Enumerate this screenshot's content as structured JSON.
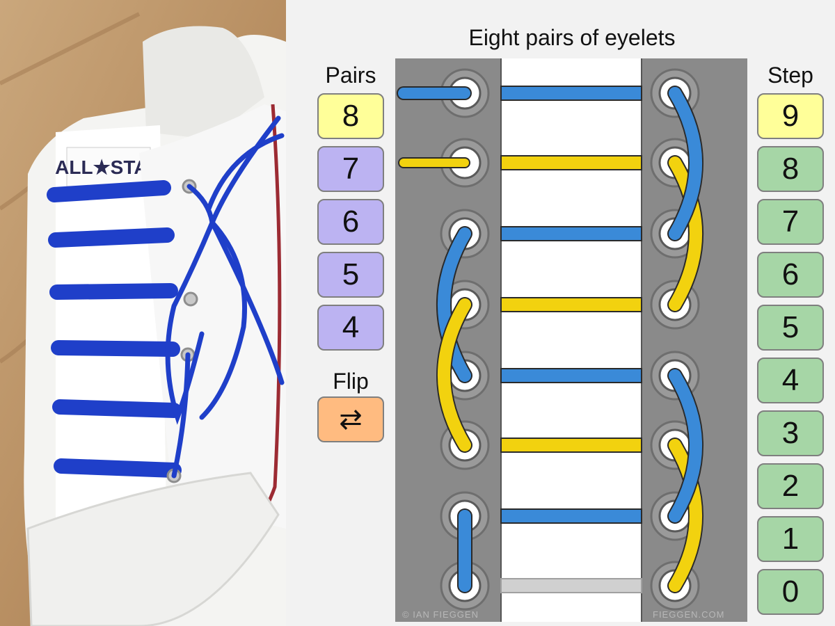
{
  "title": "Eight pairs of eyelets",
  "pairs": {
    "label": "Pairs",
    "selected": "8",
    "options": [
      "7",
      "6",
      "5",
      "4"
    ]
  },
  "flip": {
    "label": "Flip",
    "icon": "swap-arrows-icon",
    "glyph": "⇄"
  },
  "step": {
    "label": "Step",
    "selected": "9",
    "options": [
      "8",
      "7",
      "6",
      "5",
      "4",
      "3",
      "2",
      "1",
      "0"
    ]
  },
  "credits": {
    "left": "© IAN FIEGGEN",
    "right": "FIEGGEN.COM"
  },
  "photo": {
    "brand_text": "ALL★STAR"
  },
  "colors": {
    "lace_blue": "#3a8ad8",
    "lace_yellow": "#f2d20f",
    "shoe_lace_photo": "#1f3fc9",
    "pair_button": "#bcb3f2",
    "step_button": "#a6d6a6",
    "selected_button": "#ffff99",
    "flip_button": "#ffbb80"
  }
}
